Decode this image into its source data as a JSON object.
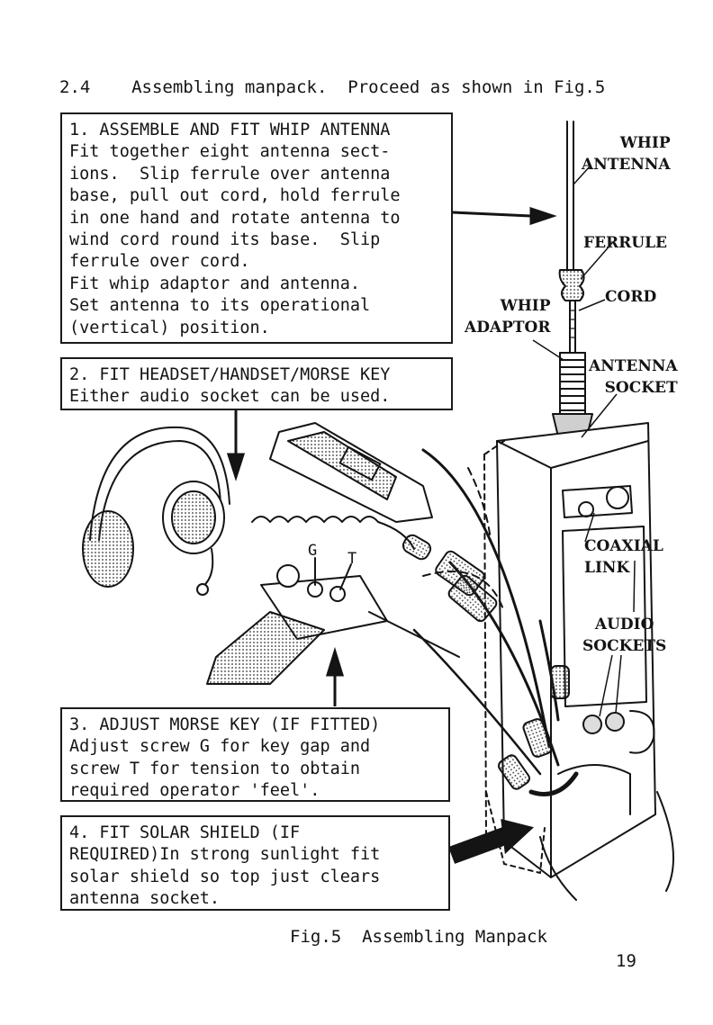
{
  "heading": "2.4    Assembling manpack.  Proceed as shown in Fig.5",
  "steps": [
    {
      "lines": [
        "1. ASSEMBLE AND FIT WHIP ANTENNA",
        "Fit together eight antenna sect-",
        "ions.  Slip ferrule over antenna",
        "base, pull out cord, hold ferrule",
        "in one hand and rotate antenna to",
        "wind cord round its base.  Slip",
        "ferrule over cord.",
        "Fit whip adaptor and antenna.",
        "Set antenna to its operational",
        "(vertical) position."
      ]
    },
    {
      "lines": [
        "2. FIT HEADSET/HANDSET/MORSE KEY",
        "Either audio socket can be used."
      ]
    },
    {
      "lines": [
        "3. ADJUST MORSE KEY (IF FITTED)",
        "Adjust screw G for key gap and",
        "screw T for tension to obtain",
        "required operator 'feel'."
      ]
    },
    {
      "lines": [
        "4. FIT SOLAR SHIELD (IF",
        "REQUIRED)In strong sunlight fit",
        "solar shield so top just clears",
        "antenna socket."
      ]
    }
  ],
  "labels": {
    "whip_antenna": "WHIP\nANTENNA",
    "ferrule": "FERRULE",
    "cord": "CORD",
    "whip_adaptor": "WHIP\nADAPTOR",
    "antenna_socket": "ANTENNA\nSOCKET",
    "coaxial_link": "COAXIAL\nLINK",
    "audio_sockets": "AUDIO\nSOCKETS",
    "screw_g": "G",
    "screw_t": "T"
  },
  "caption": "Fig.5  Assembling Manpack",
  "page_number": "19",
  "colors": {
    "ink": "#141414",
    "paper": "#ffffff",
    "shading": "#8a8a8a"
  }
}
